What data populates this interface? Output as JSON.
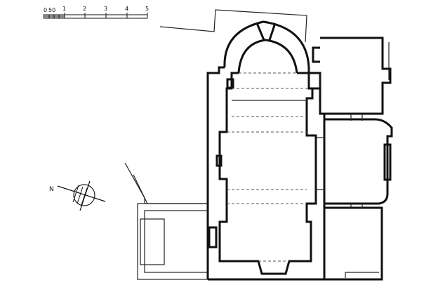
{
  "scale_bar": {
    "labels": [
      "0",
      "50",
      "1",
      "2",
      "3",
      "4",
      "5"
    ]
  },
  "north_arrow": {
    "label": "N"
  }
}
